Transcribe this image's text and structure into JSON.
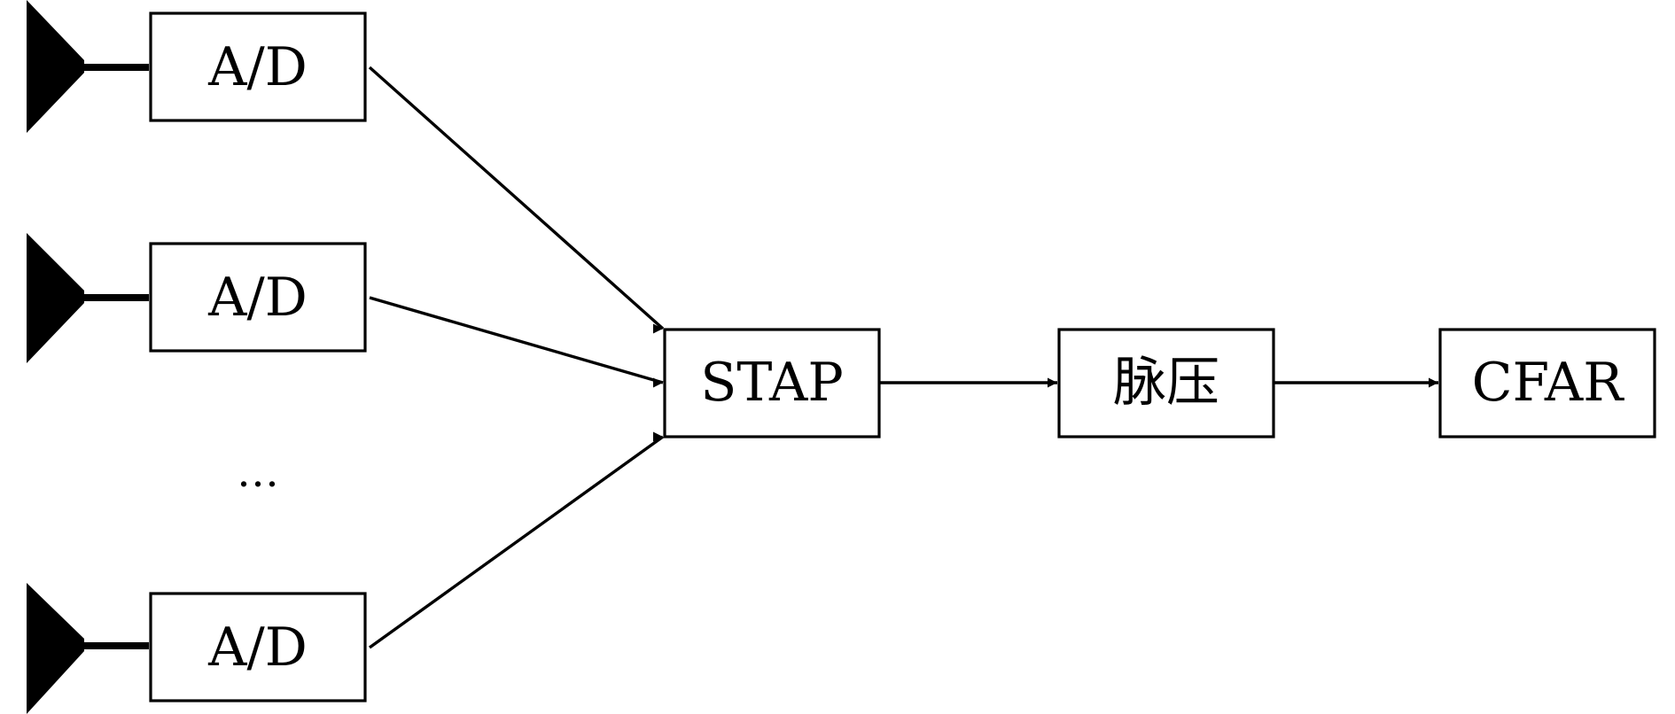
{
  "diagram": {
    "nodes": [
      {
        "id": "ad1",
        "label": "A/D"
      },
      {
        "id": "ad2",
        "label": "A/D"
      },
      {
        "id": "ad3",
        "label": "A/D"
      },
      {
        "id": "stap",
        "label": "STAP"
      },
      {
        "id": "pulse",
        "label": "脉压"
      },
      {
        "id": "cfar",
        "label": "CFAR"
      }
    ],
    "ellipsis": "…",
    "edges": [
      {
        "from": "ad1",
        "to": "stap"
      },
      {
        "from": "ad2",
        "to": "stap"
      },
      {
        "from": "ad3",
        "to": "stap"
      },
      {
        "from": "stap",
        "to": "pulse"
      },
      {
        "from": "pulse",
        "to": "cfar"
      }
    ],
    "antennas": [
      {
        "feeds": "ad1",
        "icon": "antenna-icon"
      },
      {
        "feeds": "ad2",
        "icon": "antenna-icon"
      },
      {
        "feeds": "ad3",
        "icon": "antenna-icon"
      }
    ]
  }
}
